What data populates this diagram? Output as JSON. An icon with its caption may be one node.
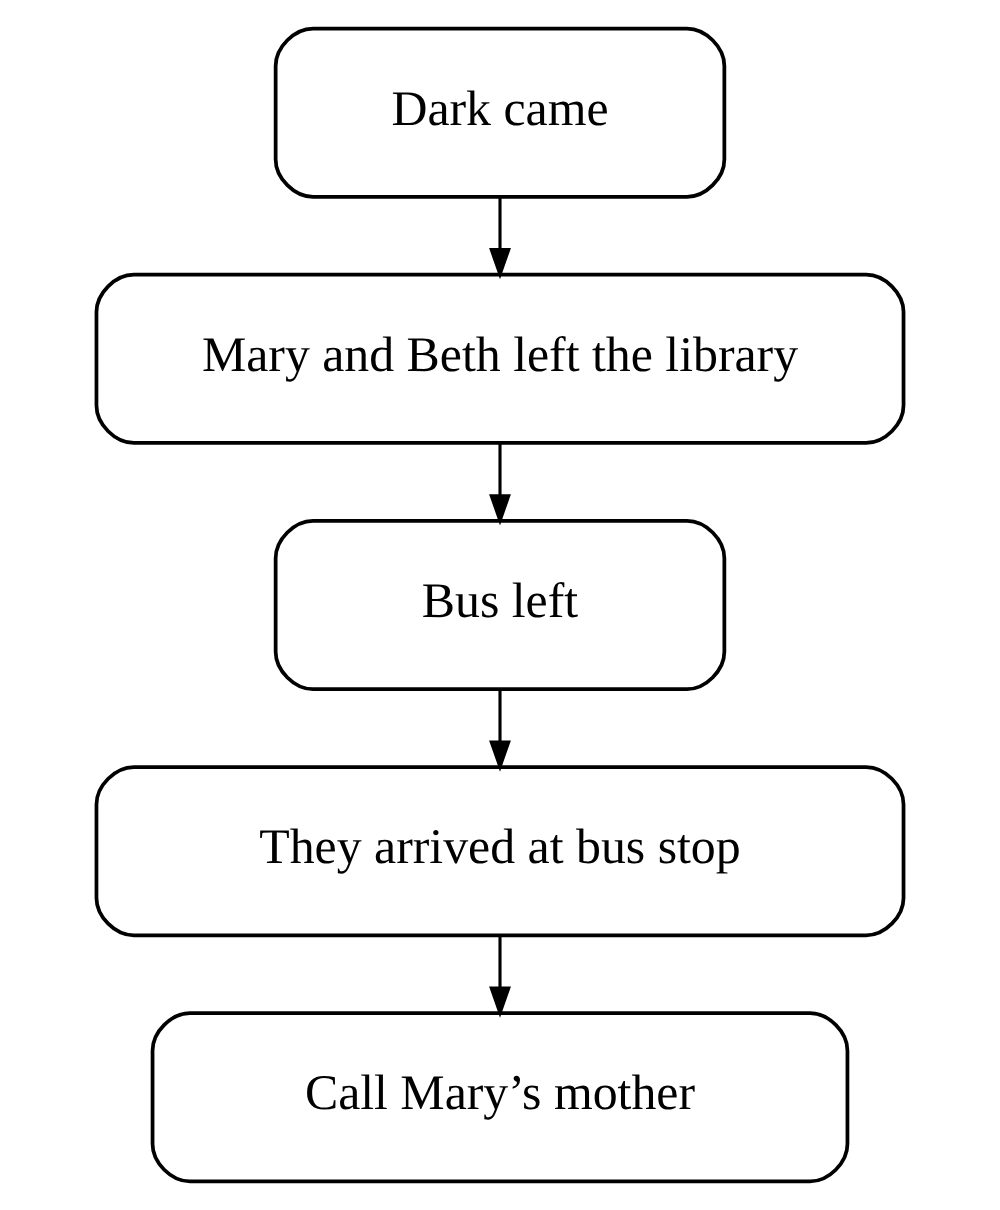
{
  "diagram": {
    "nodes": [
      {
        "text": [
          "Dark came"
        ]
      },
      {
        "text": [
          "Mary and Beth left the library"
        ]
      },
      {
        "text": [
          "Bus left"
        ]
      },
      {
        "text": [
          "They arrived at bus stop"
        ]
      },
      {
        "text": [
          "Call Mary’s mother"
        ]
      }
    ],
    "edges": [
      {
        "from": 0,
        "to": 1,
        "arrow": "to"
      },
      {
        "from": 1,
        "to": 2,
        "arrow": "to"
      },
      {
        "from": 2,
        "to": 3,
        "arrow": "to"
      },
      {
        "from": 3,
        "to": 4,
        "arrow": "to"
      }
    ]
  }
}
